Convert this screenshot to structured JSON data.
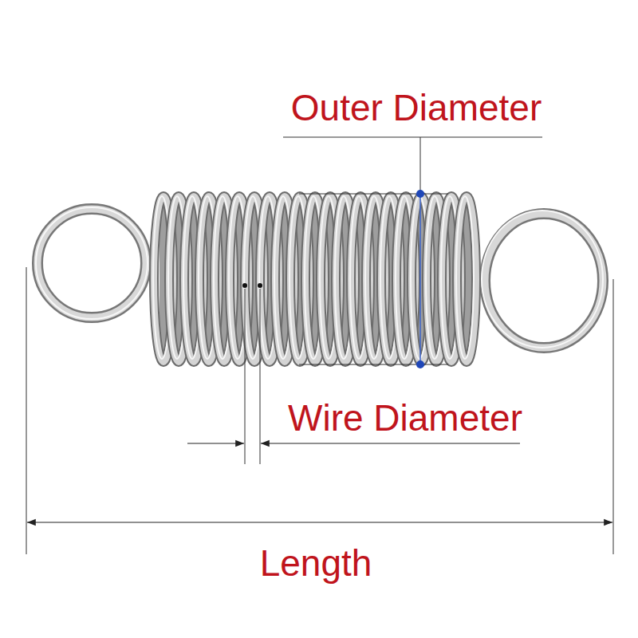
{
  "diagram": {
    "labels": [
      "Outer Diameter",
      "Wire Diameter",
      "Length"
    ]
  }
}
